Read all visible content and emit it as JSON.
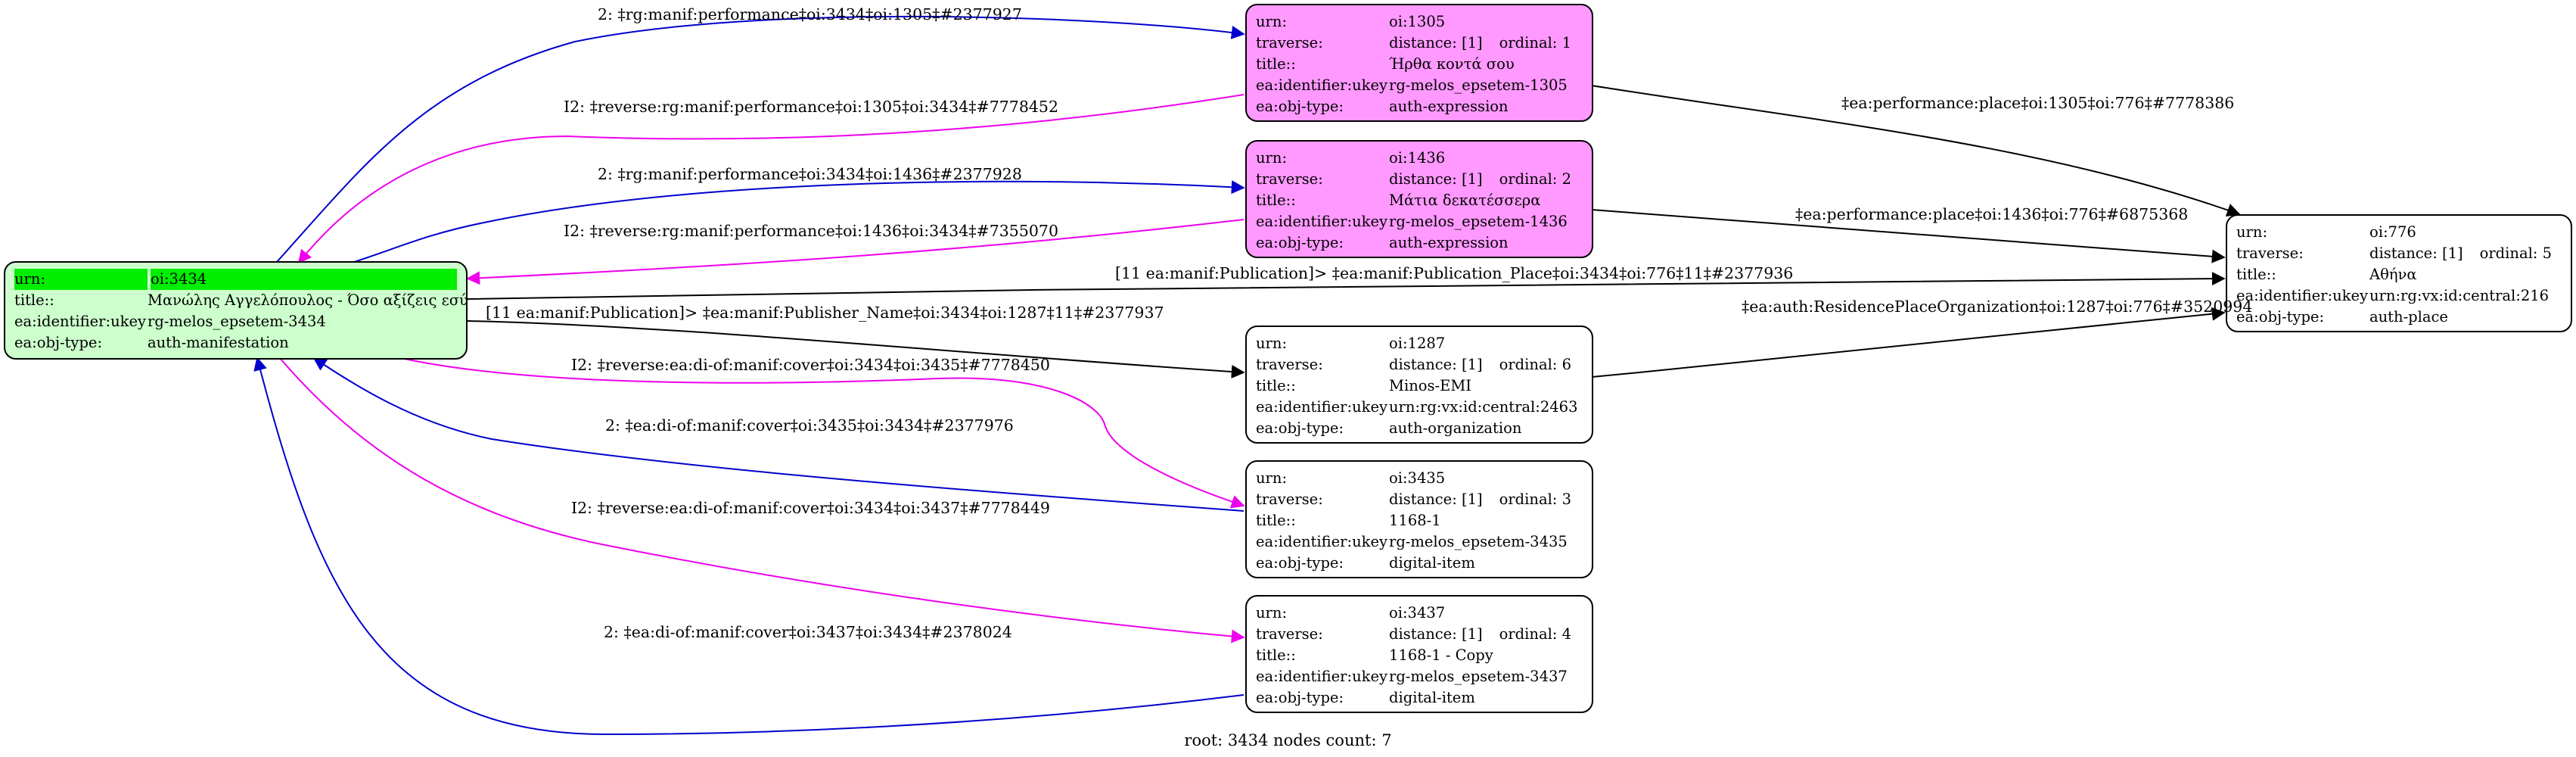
{
  "nodes": {
    "n3434": {
      "rows": [
        {
          "key": "urn:",
          "value": "oi:3434"
        },
        {
          "key": "title::",
          "value": "Μανώλης Αγγελόπουλος - Όσο αξίζεις εσύ"
        },
        {
          "key": "ea:identifier:ukey",
          "value": "rg-melos_epsetem-3434"
        },
        {
          "key": "ea:obj-type:",
          "value": "auth-manifestation"
        }
      ]
    },
    "n1305": {
      "ordinal": "ordinal: 1",
      "rows": [
        {
          "key": "urn:",
          "value": "oi:1305"
        },
        {
          "key": "traverse:",
          "value": "distance: [1]"
        },
        {
          "key": "title::",
          "value": "Ήρθα κοντά σου"
        },
        {
          "key": "ea:identifier:ukey",
          "value": "rg-melos_epsetem-1305"
        },
        {
          "key": "ea:obj-type:",
          "value": "auth-expression"
        }
      ]
    },
    "n1436": {
      "ordinal": "ordinal: 2",
      "rows": [
        {
          "key": "urn:",
          "value": "oi:1436"
        },
        {
          "key": "traverse:",
          "value": "distance: [1]"
        },
        {
          "key": "title::",
          "value": "Μάτια δεκατέσσερα"
        },
        {
          "key": "ea:identifier:ukey",
          "value": "rg-melos_epsetem-1436"
        },
        {
          "key": "ea:obj-type:",
          "value": "auth-expression"
        }
      ]
    },
    "n1287": {
      "ordinal": "ordinal: 6",
      "rows": [
        {
          "key": "urn:",
          "value": "oi:1287"
        },
        {
          "key": "traverse:",
          "value": "distance: [1]"
        },
        {
          "key": "title::",
          "value": "Minos-EMI"
        },
        {
          "key": "ea:identifier:ukey",
          "value": "urn:rg:vx:id:central:2463"
        },
        {
          "key": "ea:obj-type:",
          "value": "auth-organization"
        }
      ]
    },
    "n3435": {
      "ordinal": "ordinal: 3",
      "rows": [
        {
          "key": "urn:",
          "value": "oi:3435"
        },
        {
          "key": "traverse:",
          "value": "distance: [1]"
        },
        {
          "key": "title::",
          "value": "1168-1"
        },
        {
          "key": "ea:identifier:ukey",
          "value": "rg-melos_epsetem-3435"
        },
        {
          "key": "ea:obj-type:",
          "value": "digital-item"
        }
      ]
    },
    "n3437": {
      "ordinal": "ordinal: 4",
      "rows": [
        {
          "key": "urn:",
          "value": "oi:3437"
        },
        {
          "key": "traverse:",
          "value": "distance: [1]"
        },
        {
          "key": "title::",
          "value": "1168-1 - Copy"
        },
        {
          "key": "ea:identifier:ukey",
          "value": "rg-melos_epsetem-3437"
        },
        {
          "key": "ea:obj-type:",
          "value": "digital-item"
        }
      ]
    },
    "n776": {
      "ordinal": "ordinal: 5",
      "rows": [
        {
          "key": "urn:",
          "value": "oi:776"
        },
        {
          "key": "traverse:",
          "value": "distance: [1]"
        },
        {
          "key": "title::",
          "value": "Αθήνα"
        },
        {
          "key": "ea:identifier:ukey",
          "value": "urn:rg:vx:id:central:216"
        },
        {
          "key": "ea:obj-type:",
          "value": "auth-place"
        }
      ]
    }
  },
  "edges": {
    "e1": "2: ‡rg:manif:performance‡oi:3434‡oi:1305‡#2377927",
    "e2": "I2: ‡reverse:rg:manif:performance‡oi:1305‡oi:3434‡#7778452",
    "e3": "2: ‡rg:manif:performance‡oi:3434‡oi:1436‡#2377928",
    "e4": "I2: ‡reverse:rg:manif:performance‡oi:1436‡oi:3434‡#7355070",
    "e5": "[11 ea:manif:Publication]> ‡ea:manif:Publication_Place‡oi:3434‡oi:776‡11‡#2377936",
    "e6": "[11 ea:manif:Publication]> ‡ea:manif:Publisher_Name‡oi:3434‡oi:1287‡11‡#2377937",
    "e7": "I2: ‡reverse:ea:di-of:manif:cover‡oi:3434‡oi:3435‡#7778450",
    "e8": "2: ‡ea:di-of:manif:cover‡oi:3435‡oi:3434‡#2377976",
    "e9": "I2: ‡reverse:ea:di-of:manif:cover‡oi:3434‡oi:3437‡#7778449",
    "e10": "2: ‡ea:di-of:manif:cover‡oi:3437‡oi:3434‡#2378024",
    "e11": "‡ea:performance:place‡oi:1305‡oi:776‡#7778386",
    "e12": "‡ea:performance:place‡oi:1436‡oi:776‡#6875368",
    "e13": "‡ea:auth:ResidencePlaceOrganization‡oi:1287‡oi:776‡#3520994"
  },
  "colors": {
    "forward": "#0000cc",
    "reverse": "#ee00ee",
    "neutral": "#000000",
    "highlight_fill": "#ff99ff",
    "root_fill": "#ccffcc",
    "root_urn": "#00ee00"
  },
  "footer": "root: 3434 nodes count: 7"
}
